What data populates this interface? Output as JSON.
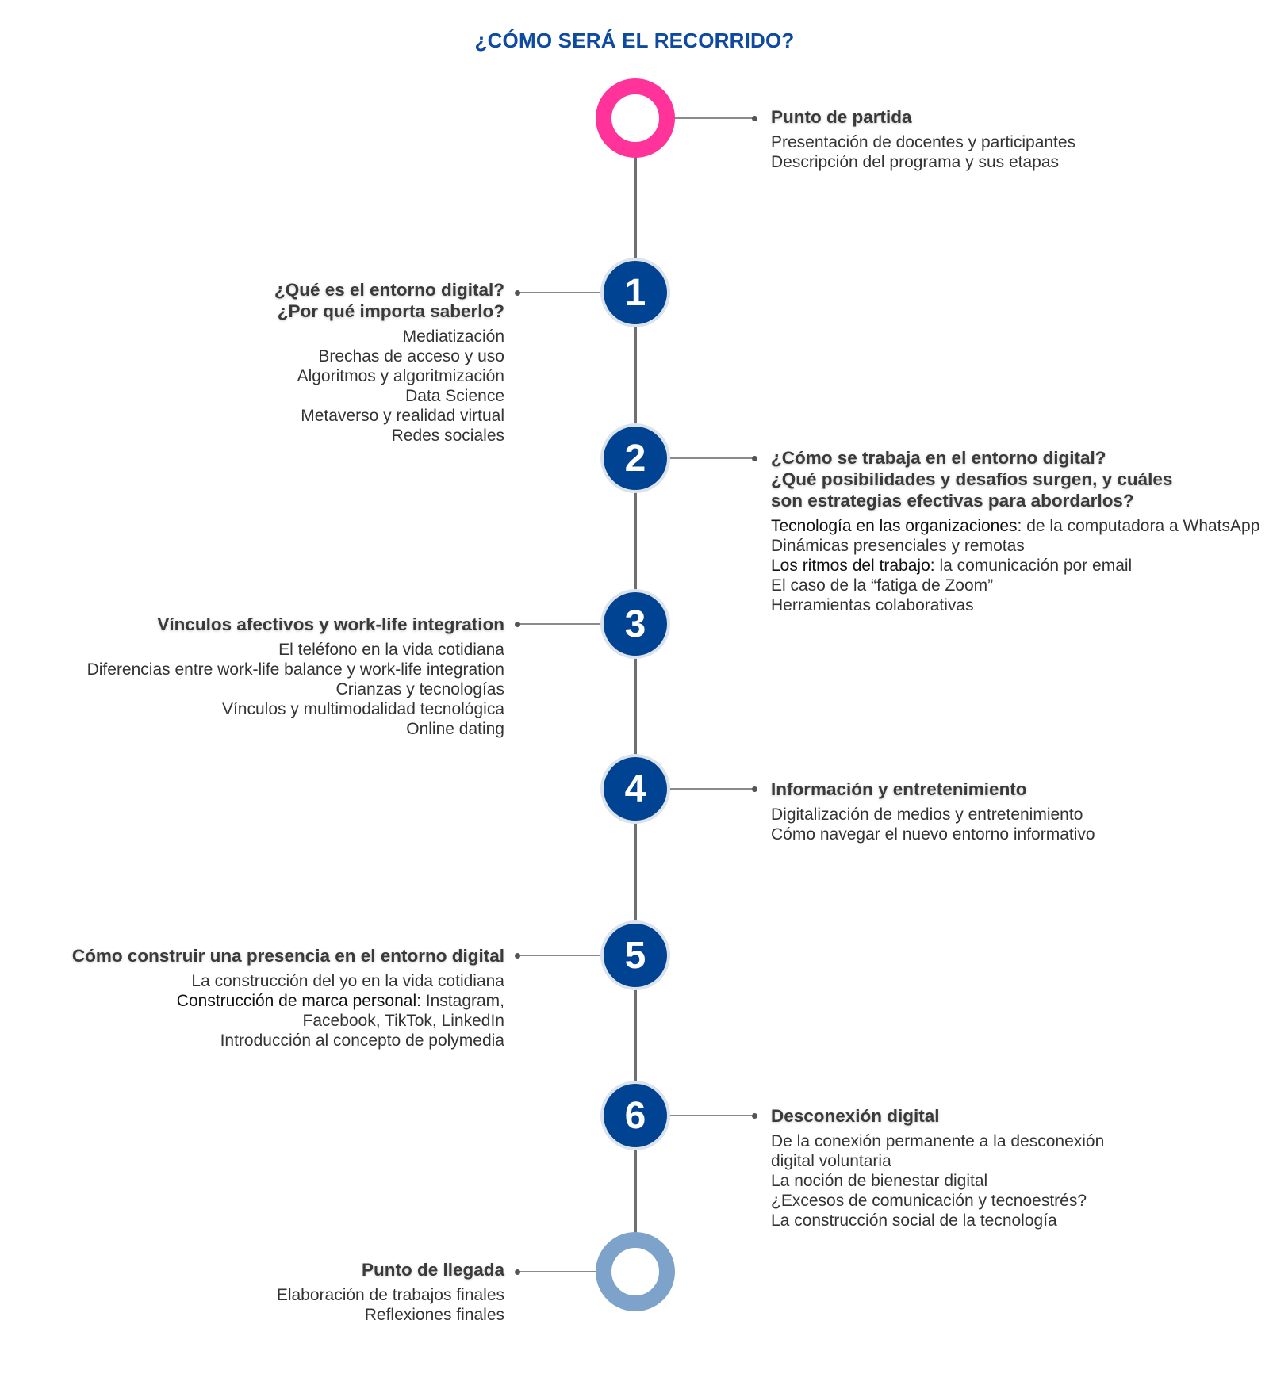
{
  "title": "¿CÓMO SERÁ EL RECORRIDO?",
  "colors": {
    "title": "#0d4aa0",
    "start_ring": "#ff3399",
    "end_ring": "#7ea3cb",
    "step_circle": "#004393",
    "line": "#6f6f6f"
  },
  "start": {
    "heading": [
      "Punto de partida"
    ],
    "items": [
      "Presentación de docentes y participantes",
      "Descripción del programa y sus etapas"
    ]
  },
  "steps": [
    {
      "number": "1",
      "heading": [
        "¿Qué es el entorno digital?",
        "¿Por qué importa saberlo?"
      ],
      "items": [
        "Mediatización",
        "Brechas de acceso y uso",
        "Algoritmos y algoritmización",
        "Data Science",
        "Metaverso y realidad virtual",
        "Redes sociales"
      ]
    },
    {
      "number": "2",
      "heading": [
        "¿Cómo se trabaja en el entorno digital?",
        "¿Qué posibilidades y desafíos surgen, y cuáles",
        "son estrategias efectivas para abordarlos?"
      ],
      "items": [
        {
          "strong": "Tecnología en las organizaciones:",
          "text": " de la computadora a WhatsApp"
        },
        {
          "strong": "",
          "text": "Dinámicas presenciales y remotas"
        },
        {
          "strong": "Los ritmos del trabajo:",
          "text": " la comunicación por email"
        },
        {
          "strong": "",
          "text": "El caso de la “fatiga de Zoom”"
        },
        {
          "strong": "",
          "text": "Herramientas colaborativas"
        }
      ]
    },
    {
      "number": "3",
      "heading": [
        "Vínculos afectivos y work-life integration"
      ],
      "items": [
        "El teléfono en la vida cotidiana",
        "Diferencias entre work-life balance y work-life integration",
        "Crianzas y tecnologías",
        "Vínculos y multimodalidad tecnológica",
        "Online dating"
      ]
    },
    {
      "number": "4",
      "heading": [
        "Información y entretenimiento"
      ],
      "items": [
        "Digitalización de medios y entretenimiento",
        "Cómo navegar el nuevo entorno informativo"
      ]
    },
    {
      "number": "5",
      "heading": [
        "Cómo construir una presencia en el entorno digital"
      ],
      "items": [
        {
          "strong": "",
          "text": "La construcción del yo en la vida cotidiana"
        },
        {
          "strong": "Construcción de marca personal:",
          "text": " Instagram,"
        },
        {
          "strong": "",
          "text": "Facebook, TikTok, LinkedIn"
        },
        {
          "strong": "",
          "text": "Introducción al concepto de polymedia"
        }
      ]
    },
    {
      "number": "6",
      "heading": [
        "Desconexión digital"
      ],
      "items": [
        "De la conexión permanente a la desconexión",
        "digital voluntaria",
        "La noción de bienestar digital",
        "¿Excesos de comunicación y tecnoestrés?",
        "La construcción social de la tecnología"
      ]
    }
  ],
  "end": {
    "heading": [
      "Punto de llegada"
    ],
    "items": [
      "Elaboración de trabajos finales",
      "Reflexiones finales"
    ]
  }
}
